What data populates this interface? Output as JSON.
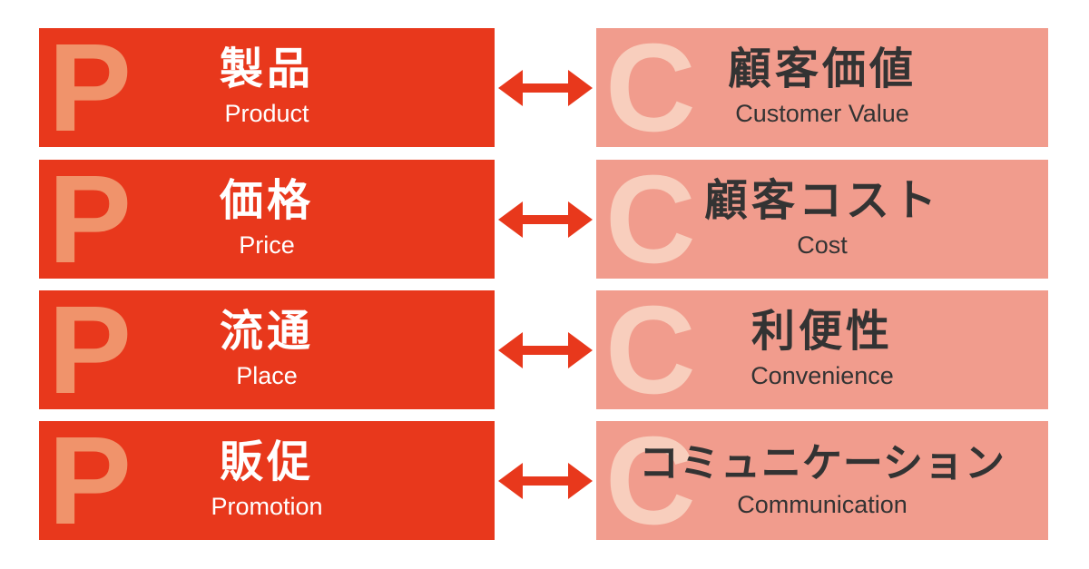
{
  "diagram": {
    "title_implied": "4P vs 4C",
    "colors": {
      "p_box_background": "#E8381C",
      "c_box_background": "#F19C8D",
      "p_letter": "#F0936B",
      "c_letter": "#F8CEBD",
      "p_text": "#FFFFFF",
      "c_text": "#333333",
      "arrow": "#E8381C",
      "page_background": "#FFFFFF"
    },
    "rows": [
      {
        "p": {
          "letter": "P",
          "jp": "製品",
          "en": "Product"
        },
        "c": {
          "letter": "C",
          "jp": "顧客価値",
          "en": "Customer Value"
        }
      },
      {
        "p": {
          "letter": "P",
          "jp": "価格",
          "en": "Price"
        },
        "c": {
          "letter": "C",
          "jp": "顧客コスト",
          "en": "Cost"
        }
      },
      {
        "p": {
          "letter": "P",
          "jp": "流通",
          "en": "Place"
        },
        "c": {
          "letter": "C",
          "jp": "利便性",
          "en": "Convenience"
        }
      },
      {
        "p": {
          "letter": "P",
          "jp": "販促",
          "en": "Promotion"
        },
        "c": {
          "letter": "C",
          "jp": "コミュニケーション",
          "en": "Communication"
        }
      }
    ]
  }
}
